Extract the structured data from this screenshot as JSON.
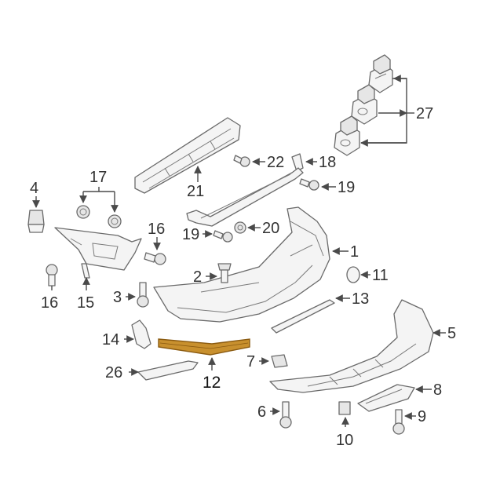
{
  "highlight_color": "#c8902e",
  "callouts": {
    "c1": "1",
    "c2": "2",
    "c3": "3",
    "c4": "4",
    "c5": "5",
    "c6": "6",
    "c7": "7",
    "c8": "8",
    "c9": "9",
    "c10": "10",
    "c11": "11",
    "c12": "12",
    "c13": "13",
    "c14": "14",
    "c15": "15",
    "c16a": "16",
    "c16b": "16",
    "c17": "17",
    "c18": "18",
    "c19a": "19",
    "c19b": "19",
    "c20": "20",
    "c21": "21",
    "c22": "22",
    "c26": "26",
    "c27": "27"
  }
}
